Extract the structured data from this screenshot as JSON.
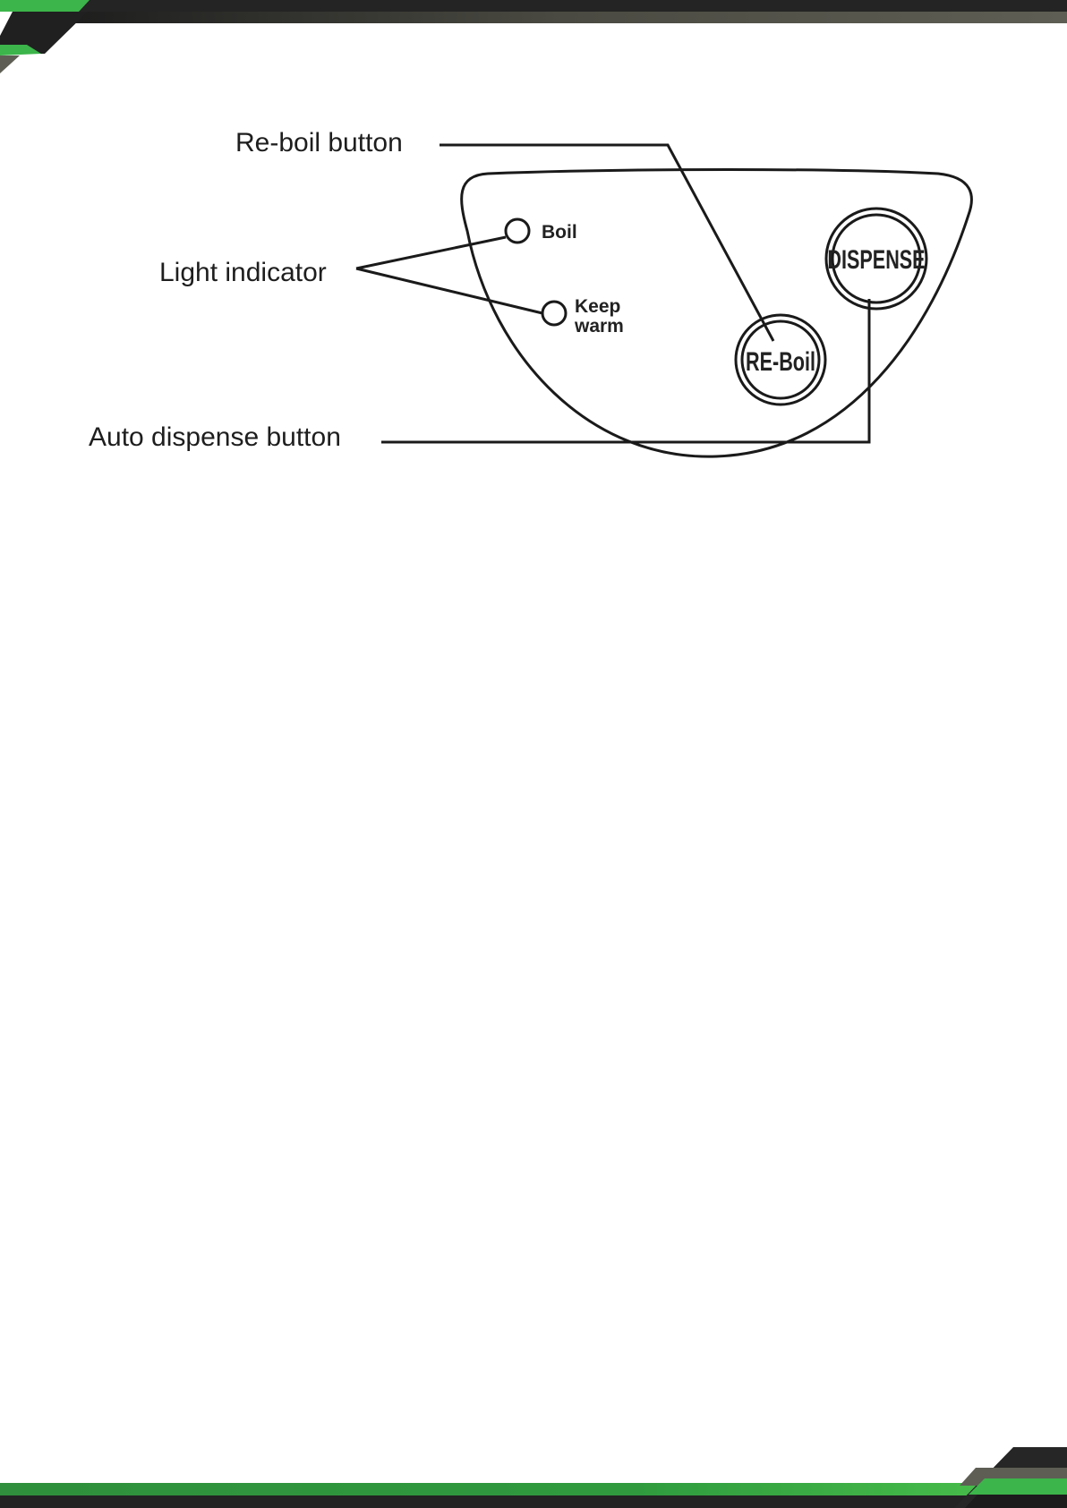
{
  "callouts": {
    "reboil_button": "Re-boil button",
    "light_indicator": "Light indicator",
    "auto_dispense_button": "Auto dispense button"
  },
  "panel": {
    "boil_label": "Boil",
    "keep_warm_line1": "Keep",
    "keep_warm_line2": "warm",
    "reboil_label": "RE-Boil",
    "dispense_label": "DISPENSE"
  },
  "colors": {
    "accent_green": "#3cb54a",
    "dark_bar": "#262626",
    "grey_bar": "#5e5e54",
    "ink": "#1a1a1a"
  }
}
